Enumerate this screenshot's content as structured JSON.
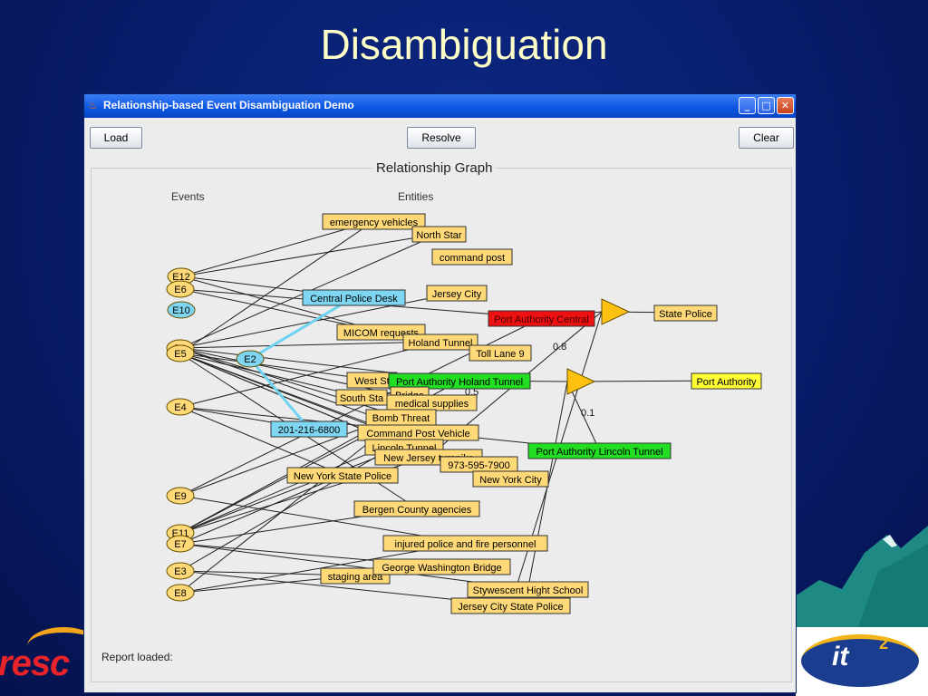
{
  "slide": {
    "title": "Disambiguation"
  },
  "window": {
    "title": "Relationship-based Event Disambiguation Demo",
    "buttons": {
      "load": "Load",
      "resolve": "Resolve",
      "clear": "Clear"
    },
    "graph_title": "Relationship Graph",
    "events_label": "Events",
    "entities_label": "Entities",
    "status": "Report loaded:"
  },
  "colors": {
    "entity_fill": "#ffd977",
    "event_fill": "#ffd977",
    "selected_fill": "#7fd6f2",
    "red_entity": "#ee1111",
    "green_entity": "#22dd22",
    "yellow_entity": "#ffff33",
    "resolver_fill": "#ffc10f",
    "highlight_edge": "#6ed2f0"
  },
  "icons": {
    "window_icon": "java-cup-icon",
    "minimize": "minimize-icon",
    "maximize": "maximize-icon",
    "close": "close-icon"
  },
  "graph": {
    "events": [
      {
        "id": "E12",
        "label": "E12",
        "selected": false
      },
      {
        "id": "E6",
        "label": "E6",
        "selected": false
      },
      {
        "id": "E10",
        "label": "E10",
        "selected": true
      },
      {
        "id": "E1",
        "label": "E1",
        "selected": false
      },
      {
        "id": "E5",
        "label": "E5",
        "selected": false
      },
      {
        "id": "E2",
        "label": "E2",
        "selected": true
      },
      {
        "id": "E4",
        "label": "E4",
        "selected": false
      },
      {
        "id": "E9",
        "label": "E9",
        "selected": false
      },
      {
        "id": "E11",
        "label": "E11",
        "selected": false
      },
      {
        "id": "E7",
        "label": "E7",
        "selected": false
      },
      {
        "id": "E3",
        "label": "E3",
        "selected": false
      },
      {
        "id": "E8",
        "label": "E8",
        "selected": false
      }
    ],
    "entities": [
      {
        "id": "ev",
        "label": "emergency vehicles",
        "style": "normal"
      },
      {
        "id": "ns",
        "label": "North Star",
        "style": "normal"
      },
      {
        "id": "cp",
        "label": "command post",
        "style": "normal"
      },
      {
        "id": "jc",
        "label": "Jersey City",
        "style": "normal"
      },
      {
        "id": "cpd",
        "label": "Central Police Desk",
        "style": "selected"
      },
      {
        "id": "pac",
        "label": "Port Authority Central",
        "style": "red"
      },
      {
        "id": "sp",
        "label": "State Police",
        "style": "normal"
      },
      {
        "id": "mic",
        "label": "MICOM requests",
        "style": "normal"
      },
      {
        "id": "ht",
        "label": "Holand Tunnel",
        "style": "normal"
      },
      {
        "id": "tl9",
        "label": "Toll Lane 9",
        "style": "normal"
      },
      {
        "id": "ws",
        "label": "West St",
        "style": "normal"
      },
      {
        "id": "paht",
        "label": "Port Authority Holand Tunnel",
        "style": "green"
      },
      {
        "id": "pa",
        "label": "Port Authority",
        "style": "yellow"
      },
      {
        "id": "br",
        "label": "Bridge",
        "style": "normal"
      },
      {
        "id": "ss",
        "label": "South Sta",
        "style": "normal"
      },
      {
        "id": "ms",
        "label": "medical supplies",
        "style": "normal"
      },
      {
        "id": "bt",
        "label": "Bomb Threat",
        "style": "normal"
      },
      {
        "id": "ph",
        "label": "201-216-6800",
        "style": "selected"
      },
      {
        "id": "cpv",
        "label": "Command Post Vehicle",
        "style": "normal"
      },
      {
        "id": "lt",
        "label": "Lincoln Tunnel",
        "style": "normal"
      },
      {
        "id": "palt",
        "label": "Port Authority Lincoln Tunnel",
        "style": "green"
      },
      {
        "id": "njtp",
        "label": "New Jersey turnpike",
        "style": "normal"
      },
      {
        "id": "ph2",
        "label": "973-595-7900",
        "style": "normal"
      },
      {
        "id": "nysp",
        "label": "New York State Police",
        "style": "normal"
      },
      {
        "id": "nyc",
        "label": "New York City",
        "style": "normal"
      },
      {
        "id": "bca",
        "label": "Bergen County agencies",
        "style": "normal"
      },
      {
        "id": "ipf",
        "label": "injured police and fire personnel",
        "style": "normal"
      },
      {
        "id": "sa",
        "label": "staging area",
        "style": "normal"
      },
      {
        "id": "gwb",
        "label": "George Washington Bridge",
        "style": "normal"
      },
      {
        "id": "shs",
        "label": "Stywescent Hight School",
        "style": "normal"
      },
      {
        "id": "jcsp",
        "label": "Jersey City State Police",
        "style": "normal"
      }
    ],
    "weights": [
      "0.8",
      "0.1",
      "0.5"
    ]
  }
}
